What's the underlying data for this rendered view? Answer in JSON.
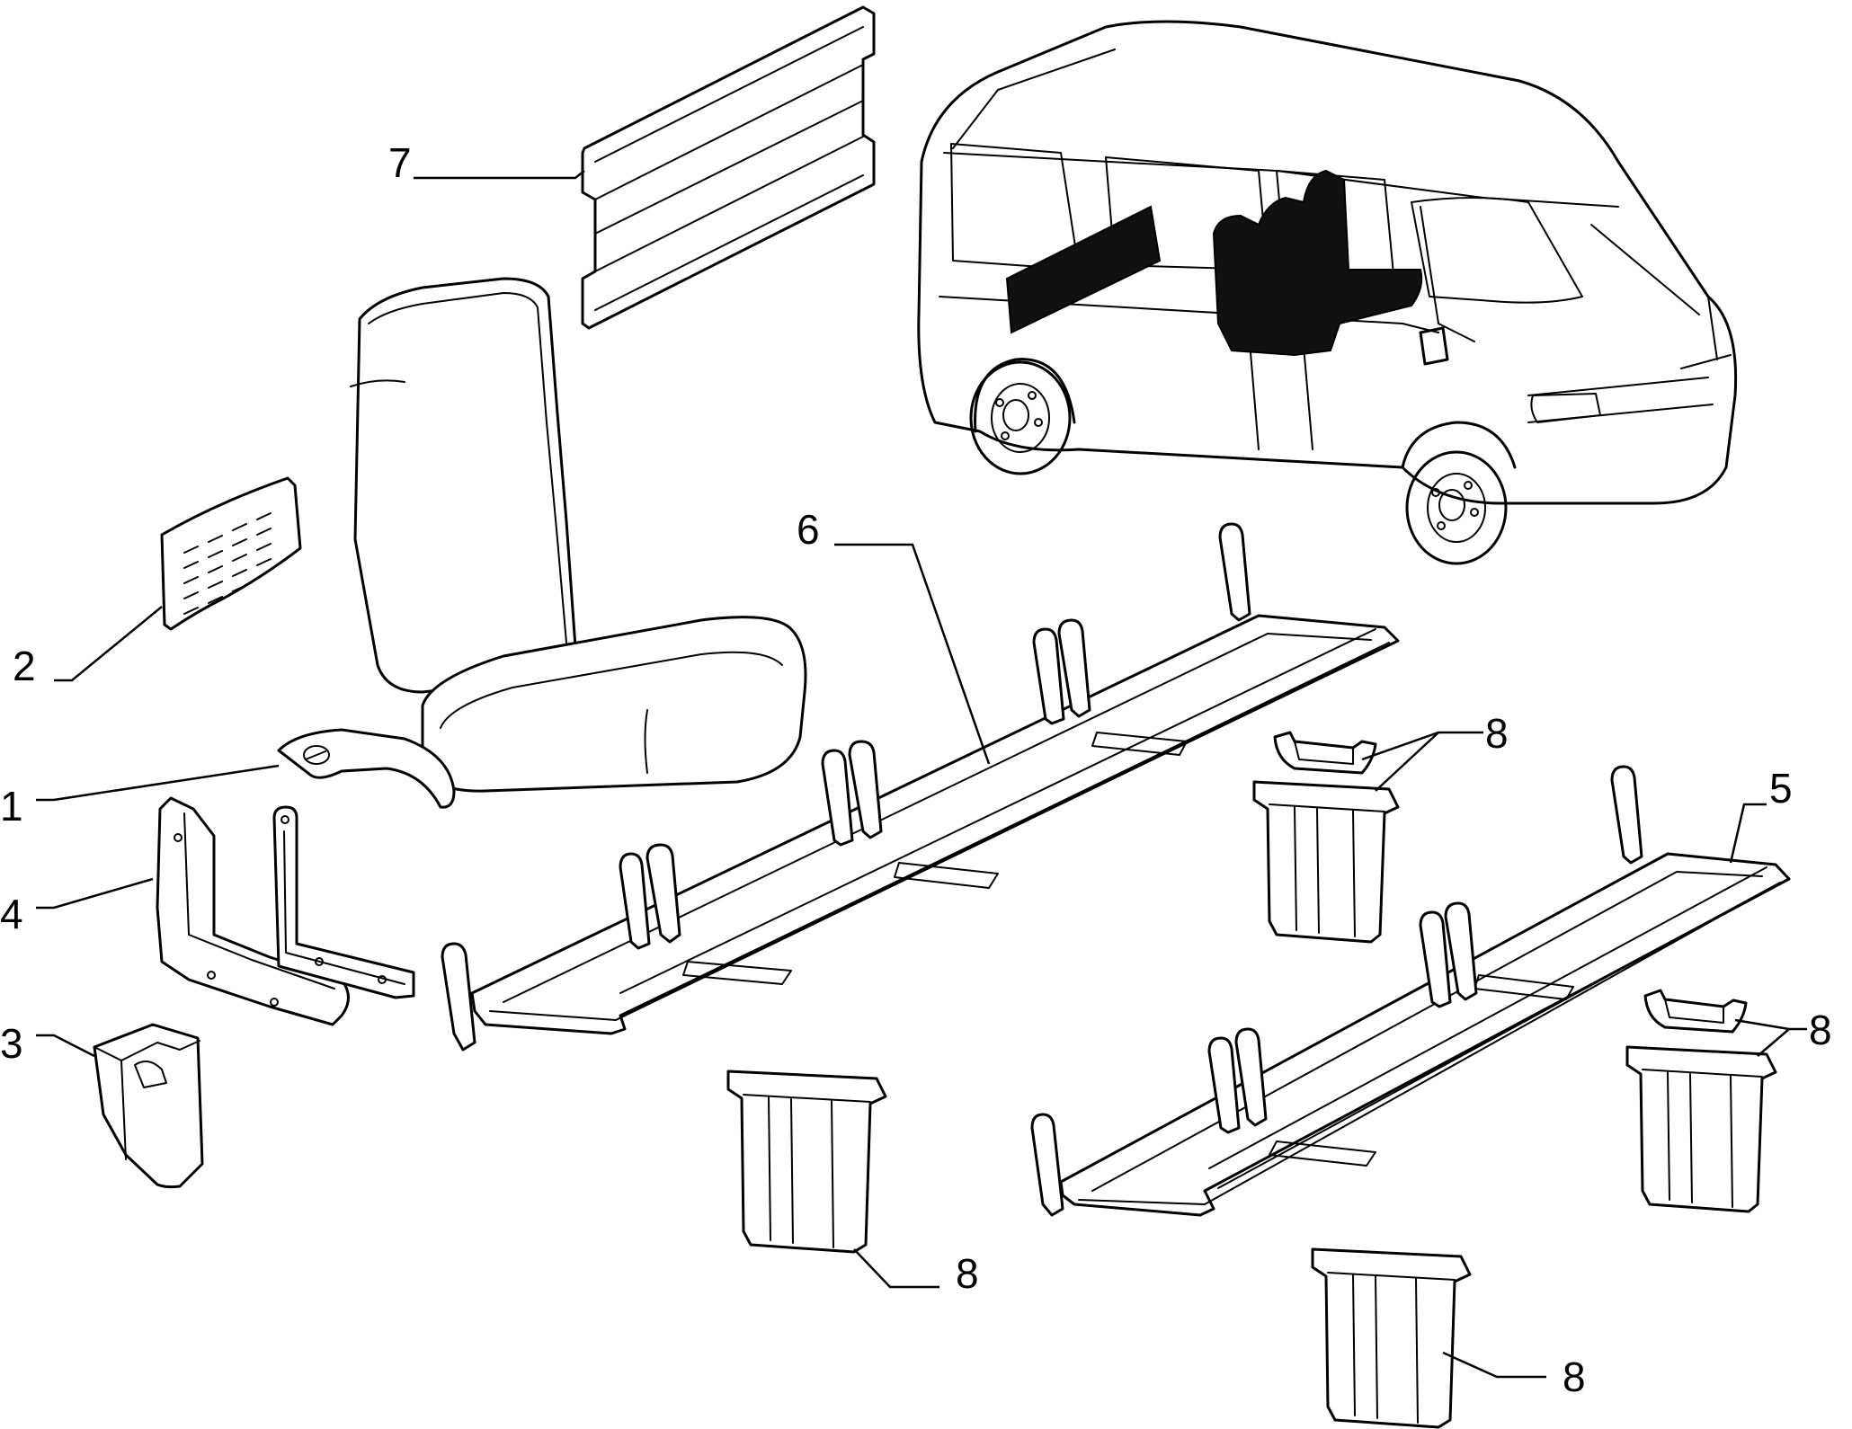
{
  "callouts": {
    "p1": "1",
    "p2": "2",
    "p3": "3",
    "p4": "4",
    "p5": "5",
    "p6": "6",
    "p7": "7",
    "p8a": "8",
    "p8b": "8",
    "p8c": "8",
    "p8d": "8"
  }
}
